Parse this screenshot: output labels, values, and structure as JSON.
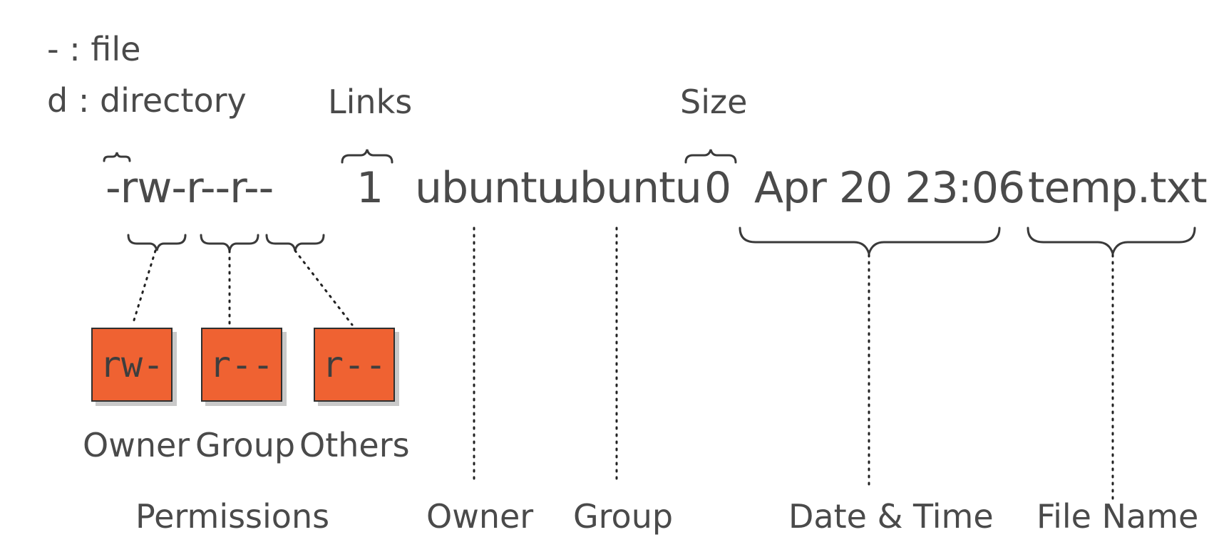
{
  "legend": {
    "file_line": "- : file",
    "dir_line": "d : directory"
  },
  "top_labels": {
    "links": "Links",
    "size": "Size"
  },
  "command": {
    "permissions": "-rw-r--r--",
    "links": "1",
    "owner": "ubuntu",
    "group": "ubuntu",
    "size": "0",
    "datetime": "Apr 20 23:06",
    "filename": "temp.txt"
  },
  "permission_boxes": [
    {
      "value": "rw-",
      "label": "Owner"
    },
    {
      "value": "r--",
      "label": "Group"
    },
    {
      "value": "r--",
      "label": "Others"
    }
  ],
  "bottom_labels": {
    "permissions": "Permissions",
    "owner": "Owner",
    "group": "Group",
    "datetime": "Date & Time",
    "filename": "File Name"
  },
  "colors": {
    "box_fill": "#ef6232",
    "text": "#4a4a4a",
    "line": "#3a3a3a"
  }
}
